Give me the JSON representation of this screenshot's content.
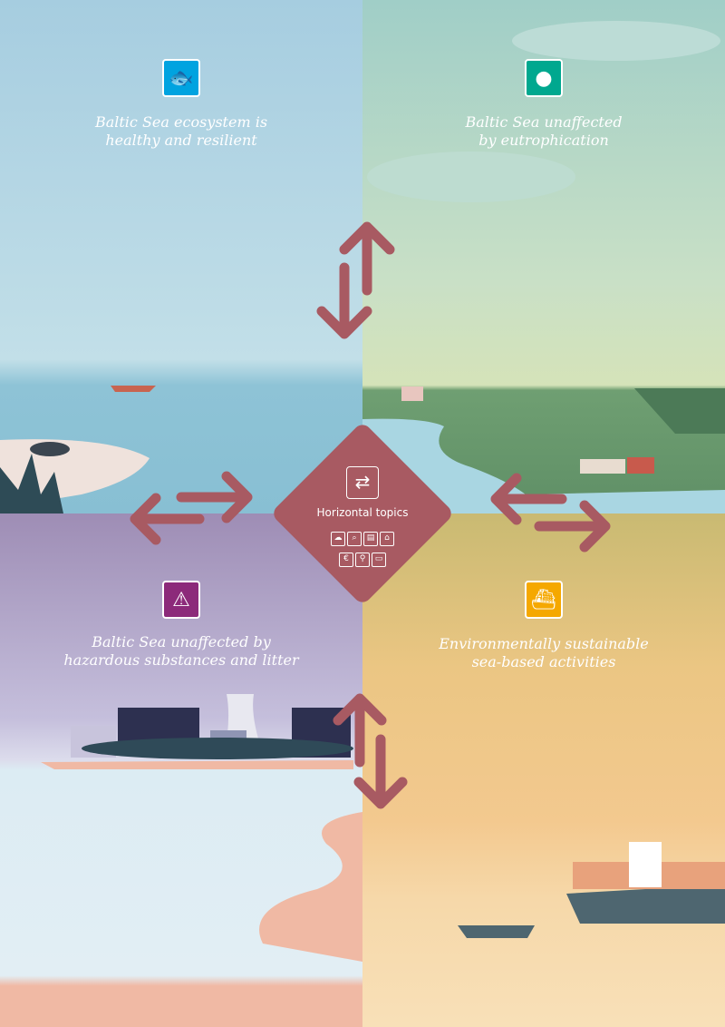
{
  "quadrants": [
    {
      "label": "Baltic Sea ecosystem is healthy and resilient",
      "line1": "Baltic Sea ecosystem is",
      "line2": "healthy and resilient",
      "icon": "fish-bird-icon",
      "color": "#00a3e0"
    },
    {
      "label": "Baltic Sea unaffected by eutrophication",
      "line1": "Baltic Sea unaffected",
      "line2": "by eutrophication",
      "icon": "algae-icon",
      "color": "#00a88f"
    },
    {
      "label": "Baltic Sea unaffected by hazardous substances and litter",
      "line1": "Baltic Sea unaffected by",
      "line2": "hazardous substances and litter",
      "icon": "warning-icon",
      "color": "#8c2a7a"
    },
    {
      "label": "Environmentally sustainable sea-based activities",
      "line1": "Environmentally sustainable",
      "line2": "sea-based activities",
      "icon": "ship-icon",
      "color": "#f5a800"
    }
  ],
  "center": {
    "title": "Horizontal topics",
    "icon": "exchange-arrows-icon",
    "color": "#a85a62",
    "topics": [
      "climate-icon",
      "search-icon",
      "map-icon",
      "monitoring-icon",
      "economy-icon",
      "spatial-planning-icon",
      "dialogue-icon"
    ]
  }
}
